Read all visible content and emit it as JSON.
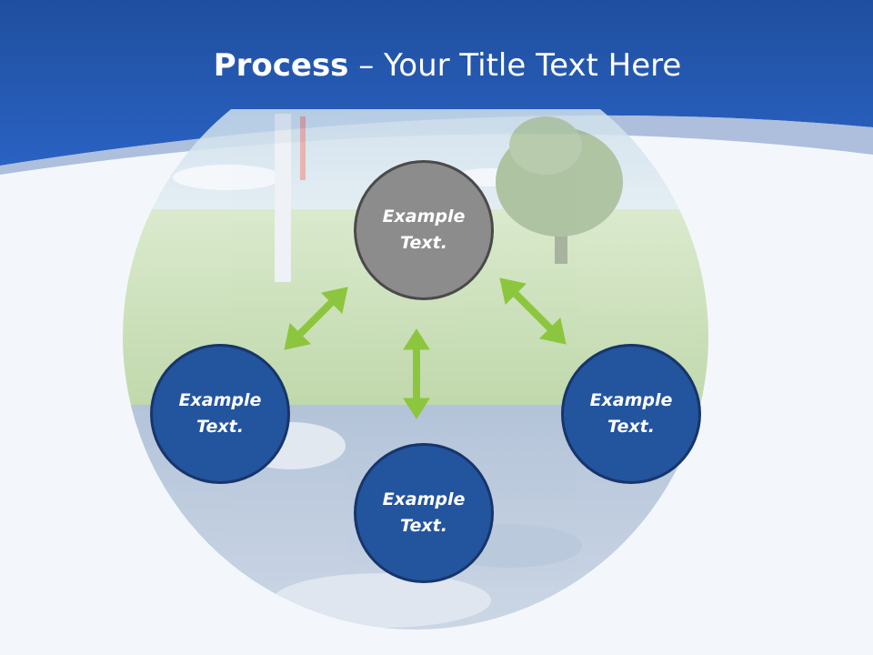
{
  "title": {
    "bold": "Process",
    "rest": " – Your Title Text Here"
  },
  "nodes": {
    "top": {
      "line1": "Example",
      "line2": "Text."
    },
    "left": {
      "line1": "Example",
      "line2": "Text."
    },
    "bottom": {
      "line1": "Example",
      "line2": "Text."
    },
    "right": {
      "line1": "Example",
      "line2": "Text."
    }
  },
  "colors": {
    "header_blue": "#2257b5",
    "node_gray": "#8c8c8c",
    "node_blue": "#23549e",
    "arrow_green": "#8cc63f",
    "background": "#f3f7fb"
  }
}
